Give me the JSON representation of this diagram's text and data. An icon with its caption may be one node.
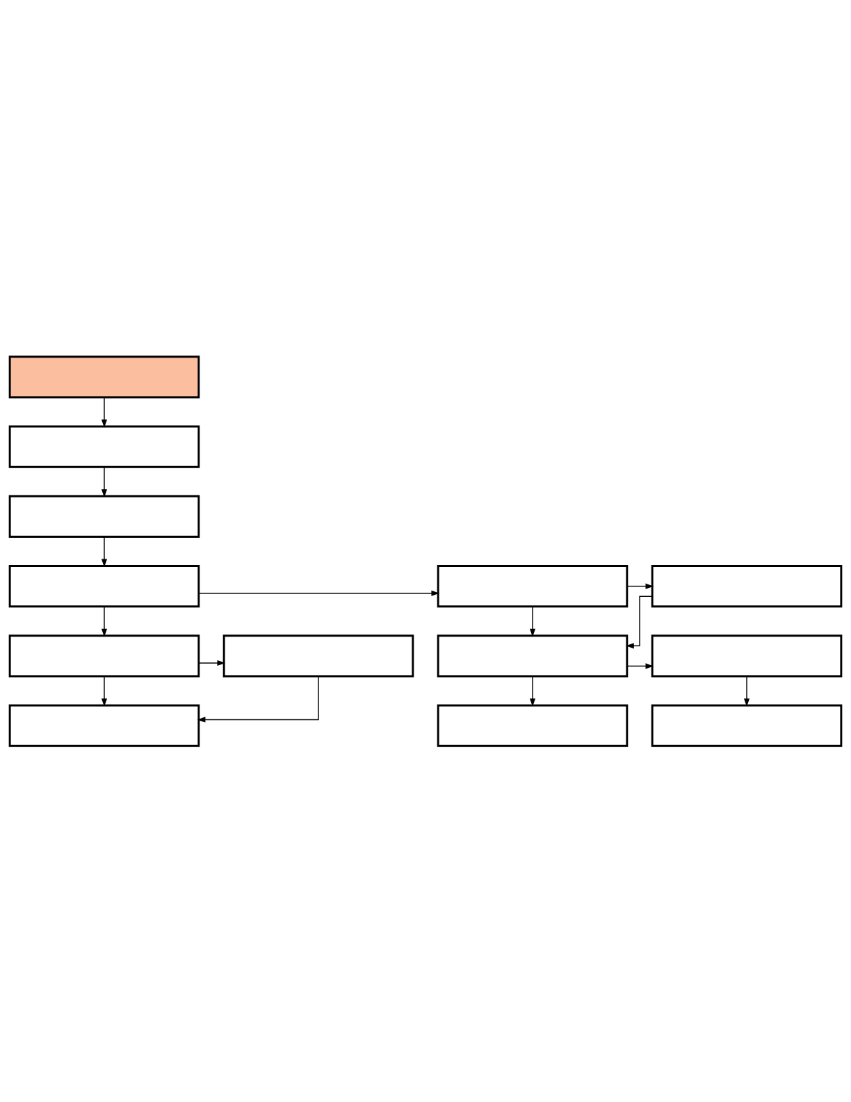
{
  "diagram": {
    "nodes": [
      {
        "text": [],
        "shape": "box"
      },
      {
        "text": [],
        "shape": "box"
      },
      {
        "text": [],
        "shape": "box"
      },
      {
        "text": [],
        "shape": "box"
      },
      {
        "text": [],
        "shape": "box"
      },
      {
        "text": [],
        "shape": "box"
      },
      {
        "text": [],
        "shape": "box"
      },
      {
        "text": [],
        "shape": "box"
      },
      {
        "text": [],
        "shape": "box"
      },
      {
        "text": [],
        "shape": "box"
      },
      {
        "text": [],
        "shape": "box"
      },
      {
        "text": [],
        "shape": "box"
      },
      {
        "text": [],
        "shape": "box"
      }
    ],
    "edges": [
      {
        "from": 0,
        "to": 1,
        "arrow": "to"
      },
      {
        "from": 1,
        "to": 2,
        "arrow": "to"
      },
      {
        "from": 2,
        "to": 3,
        "arrow": "to"
      },
      {
        "from": 3,
        "to": 4,
        "arrow": "to"
      },
      {
        "from": 4,
        "to": 5,
        "arrow": "to"
      },
      {
        "from": 3,
        "to": 6,
        "arrow": "to"
      },
      {
        "from": 4,
        "to": 8,
        "arrow": "to"
      },
      {
        "from": 5,
        "to": 8,
        "arrow": "to"
      },
      {
        "from": 6,
        "to": 7,
        "arrow": "to"
      },
      {
        "from": 6,
        "to": 10,
        "arrow": "to"
      },
      {
        "from": 7,
        "to": 10,
        "arrow": "to"
      },
      {
        "from": 8,
        "to": 9,
        "arrow": "to"
      },
      {
        "from": 8,
        "to": 11,
        "arrow": "to"
      },
      {
        "from": 9,
        "to": 12,
        "arrow": "to"
      }
    ]
  }
}
